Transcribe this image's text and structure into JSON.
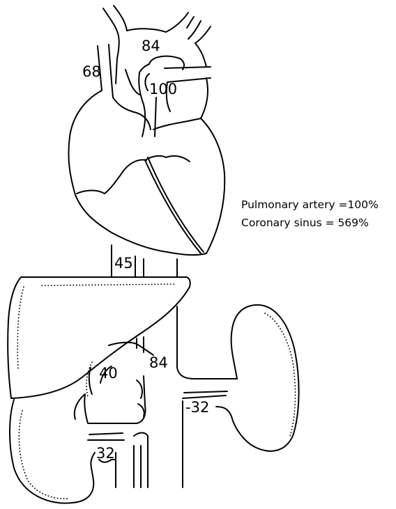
{
  "labels": {
    "superior_vena_cava": "68",
    "aortic_arch": "84",
    "pulmonary_artery": "100",
    "inferior_vena_cava": "45",
    "hepatic_vein": "40",
    "renal_left_ivc": "84",
    "left_renal_vein": "-32",
    "right_renal_vein": "32"
  },
  "legend": {
    "line1": "Pulmonary artery =100%",
    "line2": "Coronary sinus = 569%"
  },
  "colors": {
    "ink": "#000000",
    "background": "#ffffff"
  }
}
